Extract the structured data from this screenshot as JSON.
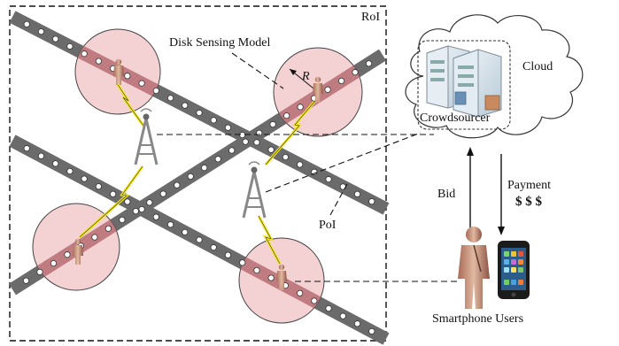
{
  "labels": {
    "roi": "RoI",
    "disk_model": "Disk Sensing Model",
    "radius": "R",
    "poi": "PoI",
    "cloud": "Cloud",
    "crowdsourcer": "Crowdsourcer",
    "bid": "Bid",
    "payment": "Payment",
    "dollars": "$ $ $",
    "users": "Smartphone Users"
  },
  "colors": {
    "road": "#6b6b6b",
    "circle_fill": "#f2c9cb",
    "circle_stroke": "#444444",
    "lightning": "#f4e71d",
    "server": "#cfdde8"
  },
  "icons": {
    "tower": "tower-icon",
    "person": "person-icon",
    "lightning": "lightning-icon",
    "server": "server-icon",
    "phone": "smartphone-icon"
  }
}
